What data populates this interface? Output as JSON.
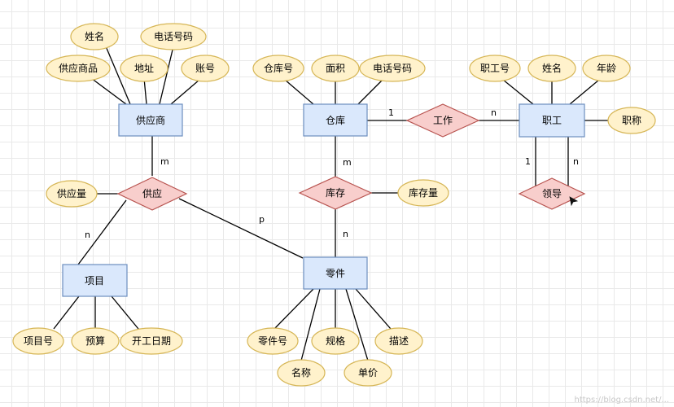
{
  "entities": {
    "supplier": "供应商",
    "warehouse": "仓库",
    "employee": "职工",
    "project": "项目",
    "part": "零件"
  },
  "relationships": {
    "supply": "供应",
    "stock": "库存",
    "work": "工作",
    "lead": "领导"
  },
  "attributes": {
    "supplier_name": "姓名",
    "supplier_phone": "电话号码",
    "supplier_goods": "供应商品",
    "supplier_address": "地址",
    "supplier_account": "账号",
    "warehouse_no": "仓库号",
    "warehouse_area": "面积",
    "warehouse_phone": "电话号码",
    "employee_no": "职工号",
    "employee_name": "姓名",
    "employee_age": "年龄",
    "employee_title": "职称",
    "supply_qty": "供应量",
    "stock_qty": "库存量",
    "project_no": "项目号",
    "project_budget": "预算",
    "project_start": "开工日期",
    "part_no": "零件号",
    "part_name": "名称",
    "part_spec": "规格",
    "part_price": "单价",
    "part_desc": "描述"
  },
  "cardinalities": {
    "supplier_supply": "m",
    "supply_project": "n",
    "supply_part": "p",
    "warehouse_stock": "m",
    "stock_part": "n",
    "warehouse_work": "1",
    "work_employee": "n",
    "lead_one": "1",
    "lead_many": "n"
  },
  "watermark": "https://blog.csdn.net/..."
}
